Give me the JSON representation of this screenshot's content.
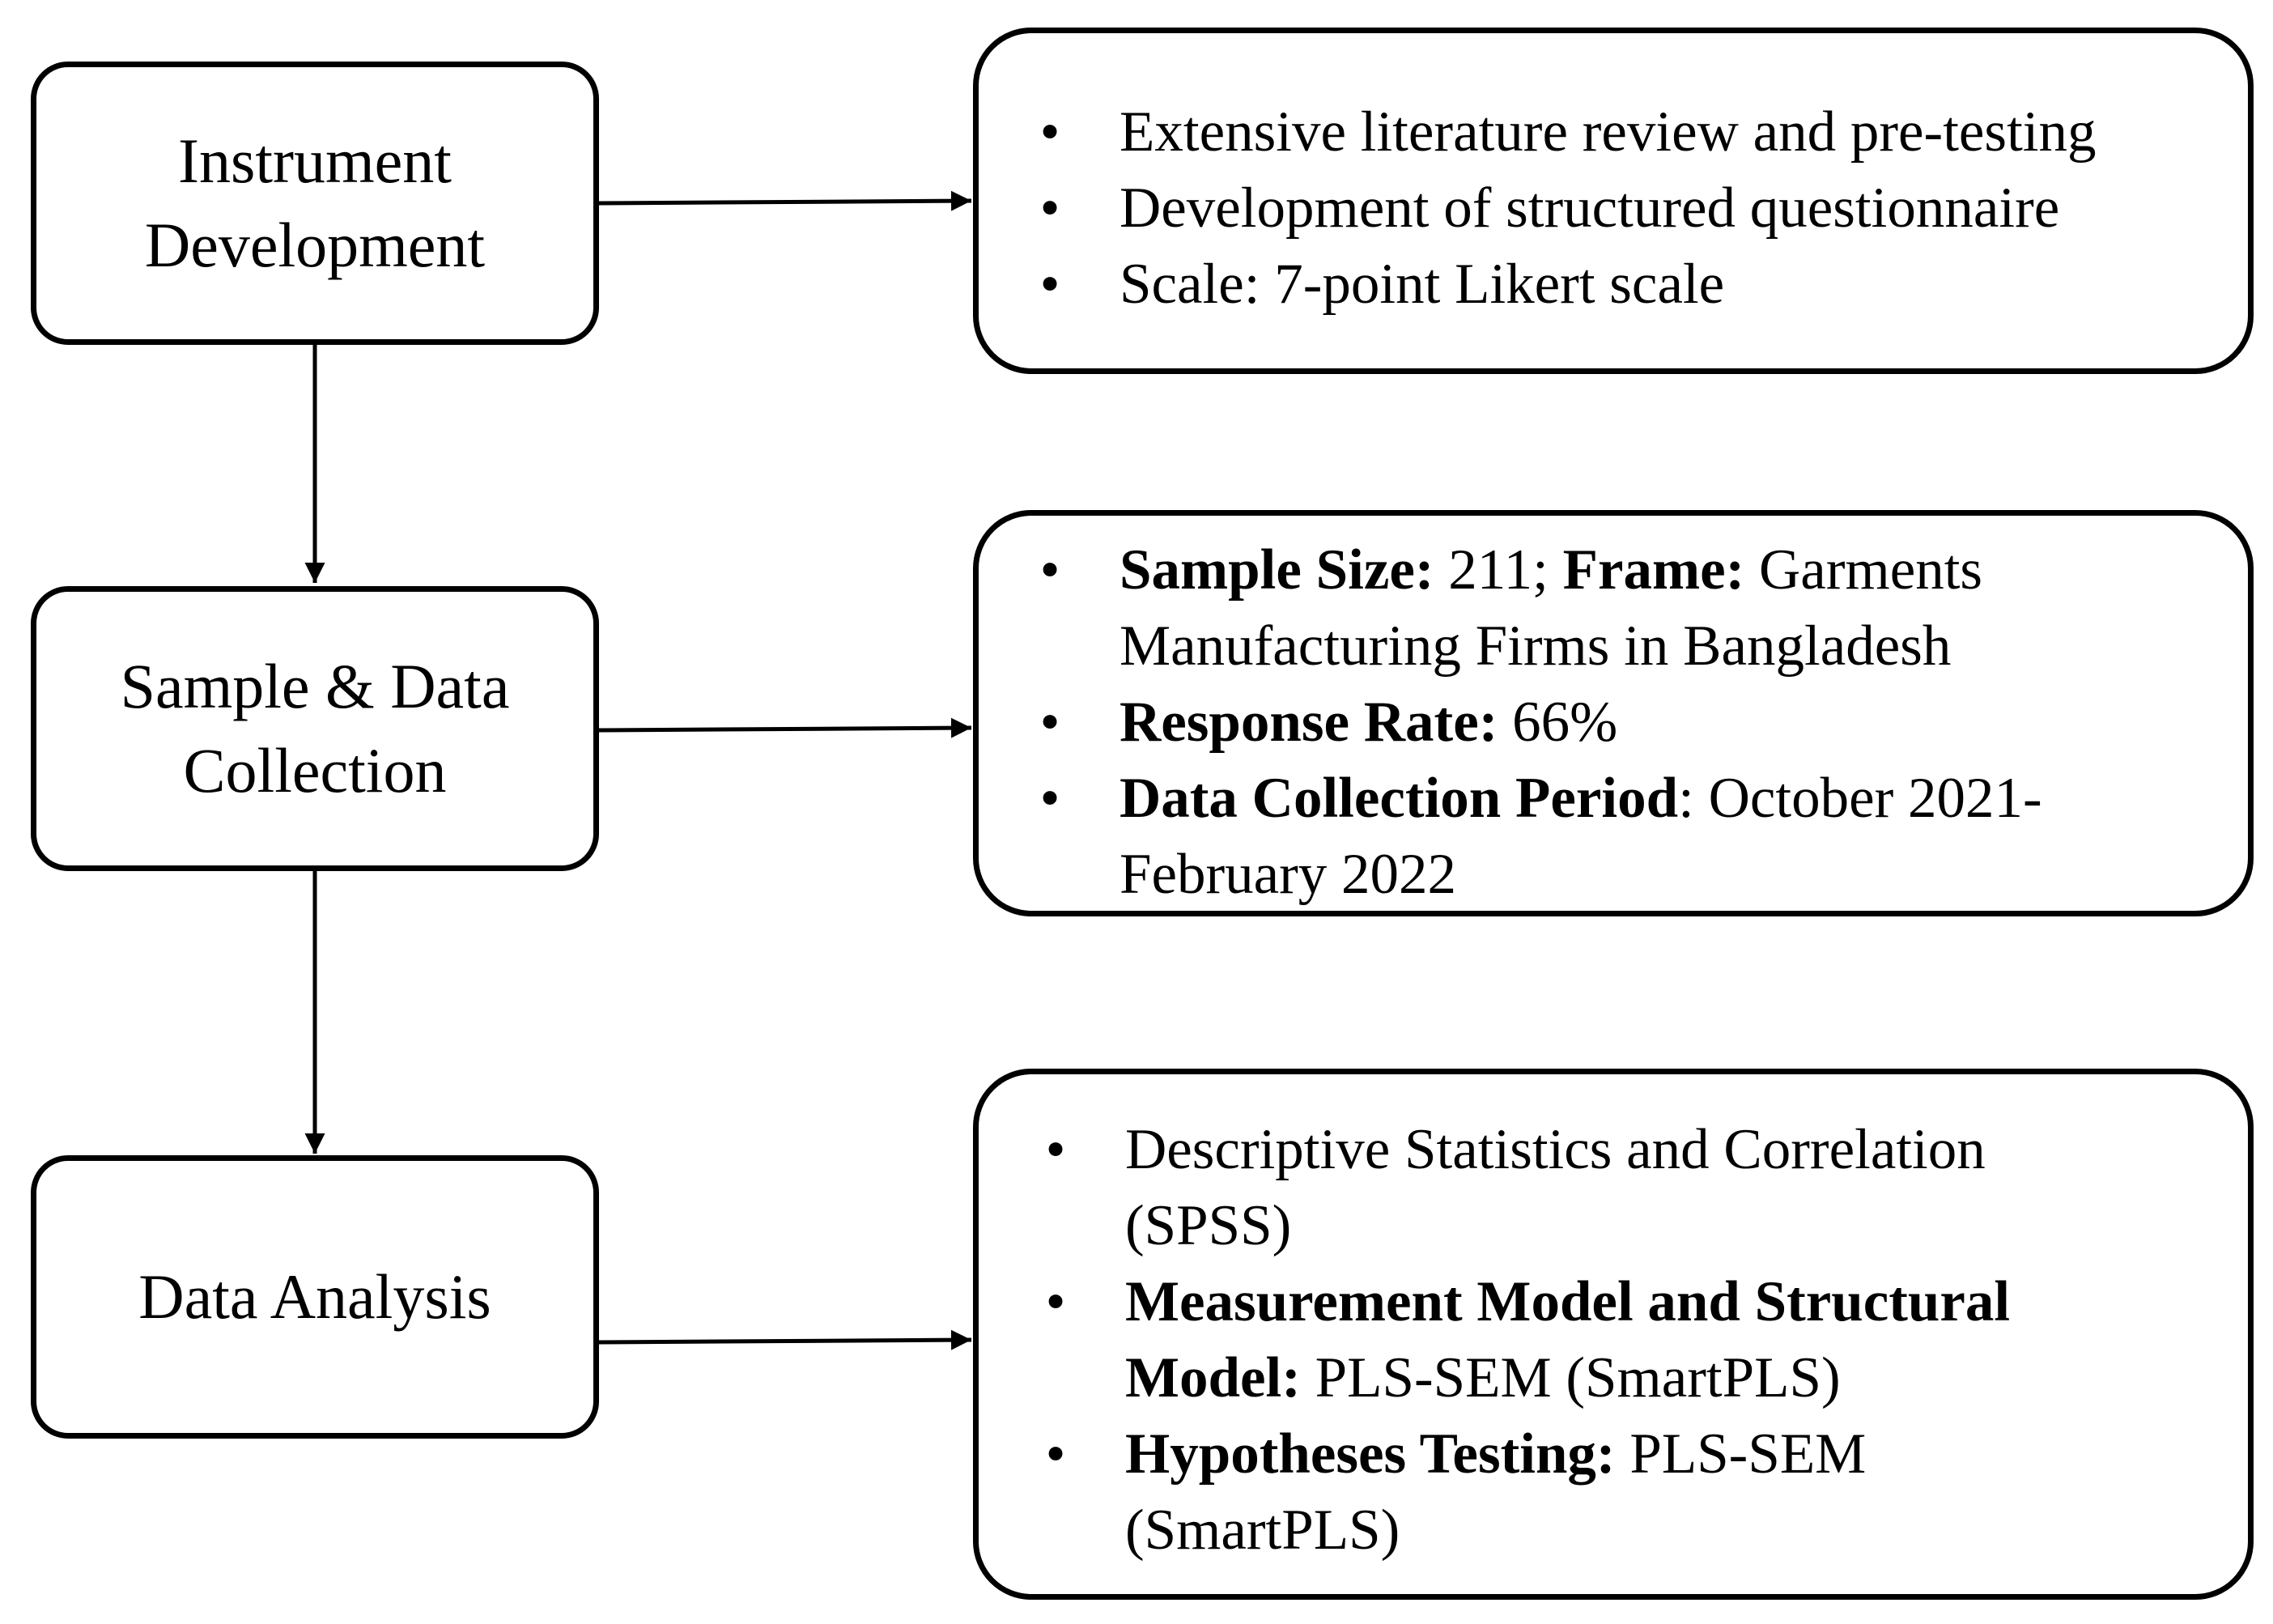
{
  "stages": [
    {
      "label": "Instrument\nDevelopment",
      "details": [
        {
          "parts": [
            {
              "text": "Extensive literature review and pre-testing",
              "bold": false
            }
          ]
        },
        {
          "parts": [
            {
              "text": "Development of structured questionnaire",
              "bold": false
            }
          ]
        },
        {
          "parts": [
            {
              "text": "Scale: 7-point Likert scale",
              "bold": false
            }
          ]
        }
      ]
    },
    {
      "label": "Sample & Data\nCollection",
      "details": [
        {
          "parts": [
            {
              "text": "Sample Size:",
              "bold": true
            },
            {
              "text": " 211; ",
              "bold": false
            },
            {
              "text": "Frame:",
              "bold": true
            },
            {
              "text": " Garments Manufacturing Firms in Bangladesh",
              "bold": false
            }
          ]
        },
        {
          "parts": [
            {
              "text": "Response Rate:",
              "bold": true
            },
            {
              "text": " 66%",
              "bold": false
            }
          ]
        },
        {
          "parts": [
            {
              "text": "Data Collection Period",
              "bold": true
            },
            {
              "text": ": October 2021-February 2022",
              "bold": false
            }
          ]
        }
      ]
    },
    {
      "label": "Data Analysis",
      "details": [
        {
          "parts": [
            {
              "text": "Descriptive Statistics and Correlation (SPSS)",
              "bold": false
            }
          ]
        },
        {
          "parts": [
            {
              "text": "Measurement Model and Structural Model:",
              "bold": true
            },
            {
              "text": " PLS-SEM (SmartPLS)",
              "bold": false
            }
          ]
        },
        {
          "parts": [
            {
              "text": "Hypotheses Testing:",
              "bold": true
            },
            {
              "text": " PLS-SEM (SmartPLS)",
              "bold": false
            }
          ]
        }
      ]
    }
  ],
  "bullet_glyph": "•",
  "colors": {
    "line": "#000000",
    "background": "#ffffff"
  }
}
